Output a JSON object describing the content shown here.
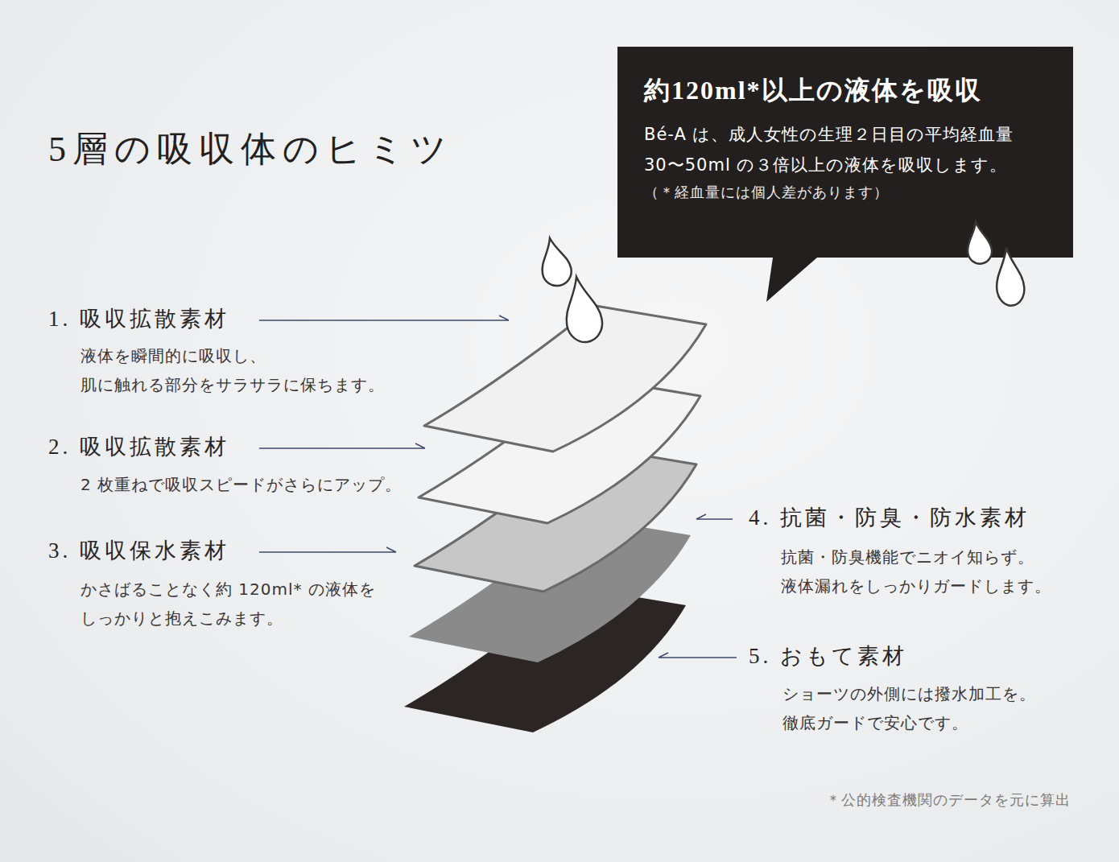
{
  "diagram": {
    "title": "5層の吸収体のヒミツ",
    "nodes": [
      {
        "text": [
          "約120ml*以上の液体を吸収",
          "Bé-A は、成人女性の生理２日目の平均経血量 30〜50ml の３倍以上の液体を吸収します。",
          "（＊経血量には個人差があります）"
        ]
      }
    ],
    "labels": [
      "1. 吸収拡散素材",
      "液体を瞬間的に吸収し、 肌に触れる部分をサラサラに保ちます。",
      "2. 吸収拡散素材",
      "2 枚重ねで吸収スピードがさらにアップ。",
      "3. 吸収保水素材",
      "かさばることなく約 120ml* の液体を しっかりと抱えこみます。",
      "4. 抗菌・防臭・防水素材",
      "抗菌・防臭機能でニオイ知らず。 液体漏れをしっかりガードします。",
      "5. おもて素材",
      "ショーツの外側には撥水加工を。 徹底ガードで安心です。",
      "＊公的検査機関のデータを元に算出"
    ]
  }
}
